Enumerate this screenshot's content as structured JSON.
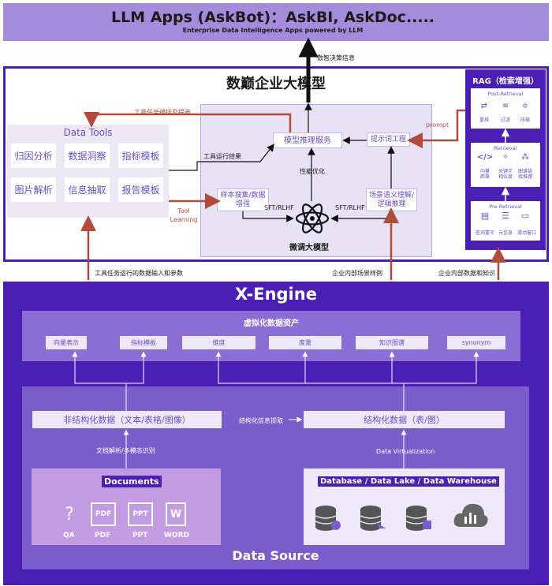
{
  "top": {
    "title": "LLM Apps (AskBot)：AskBI, AskDoc.....",
    "subtitle": "Enterprise Data Intelligence Apps powered by LLM",
    "decision_label": "数智决策信息"
  },
  "enterprise": {
    "title": "数巅企业大模型",
    "tools": {
      "title": "Data Tools",
      "items": [
        "归因分析",
        "数据洞察",
        "指标模板",
        "图片解析",
        "信息抽取",
        "报告模板"
      ]
    },
    "labels": {
      "orchestration": "工具任务编排及提参",
      "tool_result": "工具运行结果",
      "tool_learning": "Tool\nLearning",
      "prompt": "prompt",
      "perf": "性能优化",
      "sft_left": "SFT/RLHF",
      "sft_right": "SFT/RLHF",
      "finetune": "微调大模型"
    },
    "llm_boxes": {
      "service": "模型推理服务",
      "prompt_eng": "提示词工程",
      "samples": "样本搜集/数据\n增强",
      "scenario": "场景语义理解/\n逻辑推理"
    },
    "rag": {
      "title": "RAG（检索增强）",
      "post": {
        "title": "Post-Retrieval",
        "items": [
          "重排",
          "过滤",
          "压缩"
        ]
      },
      "retrieval": {
        "title": "Retrieval",
        "items": [
          "向量\n距离",
          "关键字\n相似度",
          "图谱链\n接推理"
        ]
      },
      "pre": {
        "title": "Pre-Retrieval",
        "items": [
          "查询重写",
          "元信息",
          "滑动窗口"
        ]
      }
    }
  },
  "flows": {
    "left": "工具任务运行的数据输入和参数",
    "mid": "企业内部场景样例",
    "right": "企业内部数据和知识"
  },
  "xengine": {
    "title": "X-Engine",
    "virtual": {
      "title": "虚拟化数据资产",
      "chips": [
        "向量表示",
        "指标模板",
        "维度",
        "度量",
        "知识图谱",
        "synonym"
      ]
    },
    "unstructured": "非结构化数据（文本/表格/图像）",
    "extract": "结构化信息提取",
    "structured": "结构化数据（表/图）",
    "doc_parse": "文档解析/多模态识别",
    "data_virt": "Data Virtualization",
    "documents": {
      "title": "Documents",
      "items": [
        "QA",
        "PDF",
        "PPT",
        "WORD"
      ]
    },
    "databases": {
      "title": "Database / Data Lake / Data Warehouse"
    },
    "source_title": "Data Source"
  },
  "colors": {
    "primary": "#4b1fb4",
    "accent_red": "#b24a3a",
    "light": "#ede8fa"
  }
}
